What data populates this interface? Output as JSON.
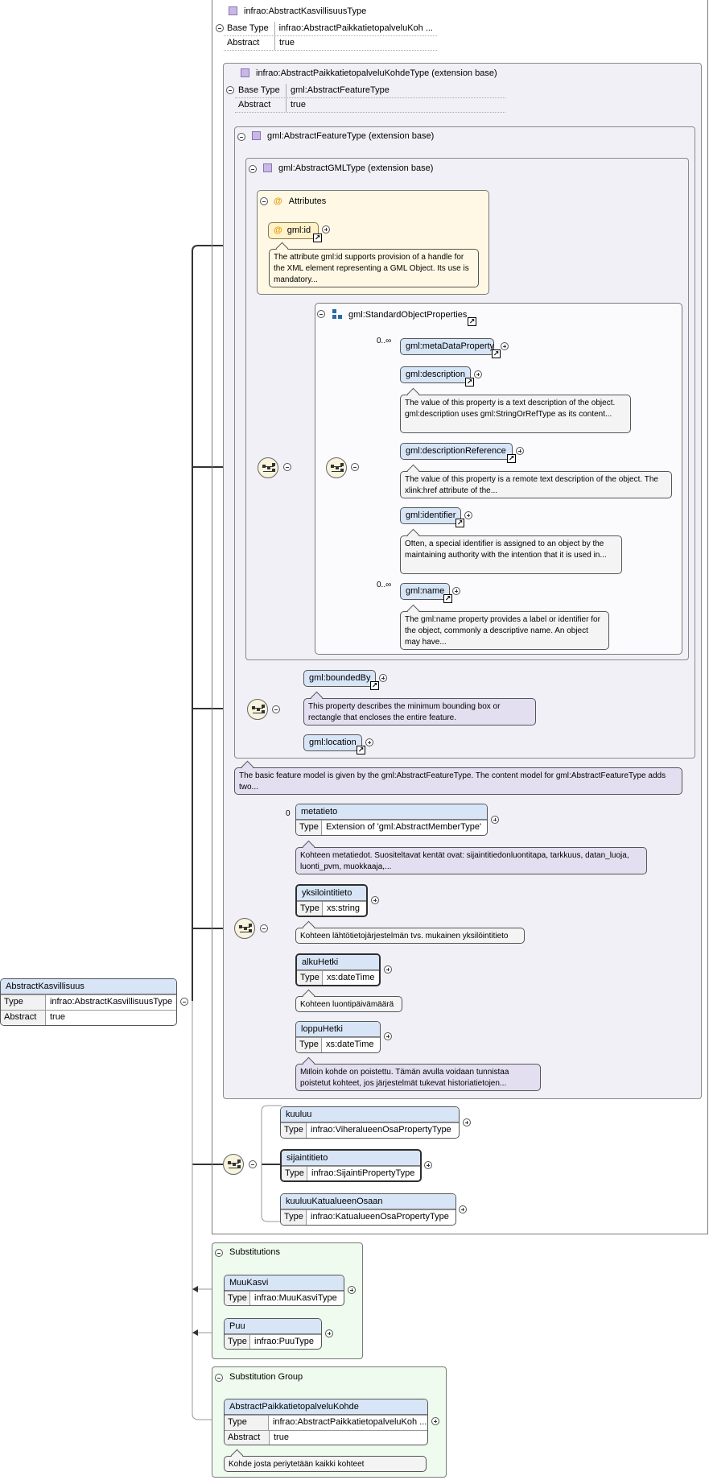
{
  "root_element": {
    "name": "AbstractKasvillisuus",
    "type_label": "Type",
    "type_value": "infrao:AbstractKasvillisuusType",
    "abstract_label": "Abstract",
    "abstract_value": "true"
  },
  "complex_type": {
    "title": "infrao:AbstractKasvillisuusType",
    "base_type_label": "Base Type",
    "base_type_value": "infrao:AbstractPaikkatietopalveluKoh ...",
    "abstract_label": "Abstract",
    "abstract_value": "true"
  },
  "ext_paikkatieto": {
    "title": "infrao:AbstractPaikkatietopalveluKohdeType (extension base)",
    "base_type_label": "Base Type",
    "base_type_value": "gml:AbstractFeatureType",
    "abstract_label": "Abstract",
    "abstract_value": "true"
  },
  "ext_feature": {
    "title": "gml:AbstractFeatureType (extension base)",
    "doc": "The basic feature model is given by the gml:AbstractFeatureType. The content model for gml:AbstractFeatureType adds two..."
  },
  "ext_gml": {
    "title": "gml:AbstractGMLType (extension base)"
  },
  "attributes": {
    "title": "Attributes",
    "id_name": "gml:id",
    "id_doc": "The attribute gml:id supports provision of a handle for the XML element representing a GML Object. Its use is mandatory..."
  },
  "standard_props": {
    "title": "gml:StandardObjectProperties",
    "items": [
      {
        "name": "gml:metaDataProperty",
        "cardinality": "0..∞",
        "doc": ""
      },
      {
        "name": "gml:description",
        "cardinality": "",
        "doc": "The value of this property is a text description of the object. gml:description uses gml:StringOrRefType as its content..."
      },
      {
        "name": "gml:descriptionReference",
        "cardinality": "",
        "doc": "The value of this property is a remote text description of the object. The xlink:href attribute of the..."
      },
      {
        "name": "gml:identifier",
        "cardinality": "",
        "doc": "Often, a special identifier is assigned to an object by the maintaining authority with the intention that it is used in..."
      },
      {
        "name": "gml:name",
        "cardinality": "0..∞",
        "doc": "The gml:name property provides a label or identifier for the object, commonly a descriptive name. An object may have..."
      }
    ]
  },
  "feature_props": {
    "bounded_by": "gml:boundedBy",
    "bounded_by_doc": "This property describes the minimum bounding box or rectangle that encloses the entire feature.",
    "location": "gml:location"
  },
  "paikka_elements": [
    {
      "name": "metatieto",
      "cardinality": "0",
      "type_label": "Type",
      "type_value": "Extension of 'gml:AbstractMemberType'",
      "doc": "Kohteen metatiedot. Suositeltavat kentät ovat: sijaintitiedonluontitapa, tarkkuus, datan_luoja, luonti_pvm, muokkaaja,..."
    },
    {
      "name": "yksilointitieto",
      "cardinality": "",
      "type_label": "Type",
      "type_value": "xs:string",
      "doc": "Kohteen lähtötietojärjestelmän tvs. mukainen yksilöintitieto"
    },
    {
      "name": "alkuHetki",
      "cardinality": "",
      "type_label": "Type",
      "type_value": "xs:dateTime",
      "doc": "Kohteen luontipäivämäärä"
    },
    {
      "name": "loppuHetki",
      "cardinality": "",
      "type_label": "Type",
      "type_value": "xs:dateTime",
      "doc": "Milloin kohde on poistettu. Tämän avulla voidaan tunnistaa poistetut kohteet, jos järjestelmät tukevat historiatietojen..."
    }
  ],
  "kasvi_elements": [
    {
      "name": "kuuluu",
      "type_label": "Type",
      "type_value": "infrao:ViheralueenOsaPropertyType"
    },
    {
      "name": "sijaintitieto",
      "type_label": "Type",
      "type_value": "infrao:SijaintiPropertyType"
    },
    {
      "name": "kuuluuKatualueenOsaan",
      "type_label": "Type",
      "type_value": "infrao:KatualueenOsaPropertyType"
    }
  ],
  "substitutions": {
    "title": "Substitutions",
    "items": [
      {
        "name": "MuuKasvi",
        "type_label": "Type",
        "type_value": "infrao:MuuKasviType"
      },
      {
        "name": "Puu",
        "type_label": "Type",
        "type_value": "infrao:PuuType"
      }
    ]
  },
  "substitution_group": {
    "title": "Substitution Group",
    "name": "AbstractPaikkatietopalveluKohde",
    "type_label": "Type",
    "type_value": "infrao:AbstractPaikkatietopalveluKoh ...",
    "abstract_label": "Abstract",
    "abstract_value": "true",
    "doc": "Kohde josta periytetään kaikki kohteet"
  },
  "link_glyph": "↗",
  "colors": {
    "element_fill": "#d7e5f7",
    "doc_purple": "#e3dff0",
    "attr_fill": "#fff8e4",
    "subst_fill": "#eefbee"
  }
}
